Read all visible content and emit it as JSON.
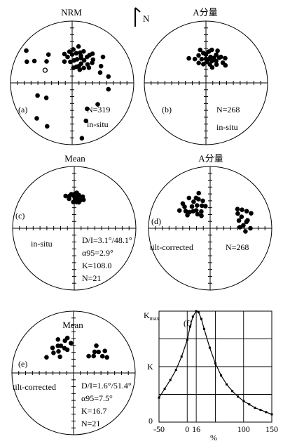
{
  "north_arrow": {
    "label": "N"
  },
  "chart_data": [
    {
      "panel": "a",
      "type": "scatter",
      "projection": "equal-area-stereonet",
      "title": "NRM",
      "panel_label": "(a)",
      "stats": [
        "N=319",
        "in-situ"
      ],
      "points_lower": [
        [
          20,
          55
        ],
        [
          30,
          50
        ],
        [
          5,
          60
        ],
        [
          350,
          55
        ],
        [
          15,
          48
        ],
        [
          40,
          58
        ],
        [
          35,
          42
        ],
        [
          10,
          40
        ],
        [
          25,
          62
        ],
        [
          45,
          52
        ],
        [
          355,
          48
        ],
        [
          60,
          45
        ],
        [
          50,
          35
        ],
        [
          340,
          60
        ],
        [
          70,
          50
        ],
        [
          5,
          70
        ],
        [
          15,
          68
        ],
        [
          30,
          70
        ],
        [
          0,
          52
        ],
        [
          20,
          45
        ],
        [
          12,
          58
        ],
        [
          38,
          65
        ],
        [
          28,
          56
        ],
        [
          8,
          50
        ],
        [
          355,
          62
        ],
        [
          48,
          60
        ],
        [
          18,
          52
        ],
        [
          32,
          46
        ],
        [
          42,
          48
        ],
        [
          22,
          66
        ],
        [
          2,
          45
        ],
        [
          345,
          50
        ],
        [
          300,
          30
        ],
        [
          310,
          45
        ],
        [
          320,
          40
        ],
        [
          295,
          20
        ],
        [
          305,
          10
        ],
        [
          240,
          50
        ],
        [
          250,
          40
        ],
        [
          210,
          20
        ],
        [
          225,
          20
        ],
        [
          80,
          40
        ],
        [
          150,
          50
        ],
        [
          160,
          35
        ],
        [
          170,
          10
        ],
        [
          130,
          45
        ],
        [
          100,
          40
        ]
      ],
      "points_upper": [
        [
          295,
          50
        ]
      ]
    },
    {
      "panel": "b",
      "type": "scatter",
      "projection": "equal-area-stereonet",
      "title": "A分量",
      "panel_label": "(b)",
      "stats": [
        "N=268",
        "in-situ"
      ],
      "points_lower": [
        [
          10,
          55
        ],
        [
          0,
          52
        ],
        [
          20,
          50
        ],
        [
          350,
          58
        ],
        [
          15,
          60
        ],
        [
          25,
          58
        ],
        [
          30,
          50
        ],
        [
          5,
          48
        ],
        [
          355,
          50
        ],
        [
          40,
          55
        ],
        [
          345,
          52
        ],
        [
          335,
          55
        ],
        [
          12,
          65
        ],
        [
          20,
          44
        ],
        [
          30,
          62
        ],
        [
          8,
          58
        ],
        [
          2,
          62
        ],
        [
          18,
          55
        ],
        [
          28,
          52
        ],
        [
          38,
          48
        ],
        [
          352,
          65
        ],
        [
          340,
          62
        ],
        [
          325,
          50
        ],
        [
          48,
          55
        ],
        [
          22,
          68
        ],
        [
          350,
          45
        ],
        [
          10,
          45
        ],
        [
          0,
          58
        ]
      ]
    },
    {
      "panel": "c",
      "type": "scatter",
      "projection": "equal-area-stereonet",
      "title": "Mean",
      "panel_label": "(c)",
      "stats": [
        "D/I=3.1°/48.1°",
        "α95=2.9°",
        "K=108.0",
        "N=21"
      ],
      "condition": "in-situ",
      "points_lower": [
        [
          5,
          50
        ],
        [
          0,
          47
        ],
        [
          10,
          48
        ],
        [
          355,
          44
        ],
        [
          2,
          52
        ],
        [
          8,
          45
        ],
        [
          350,
          50
        ],
        [
          12,
          52
        ],
        [
          4,
          42
        ],
        [
          358,
          55
        ],
        [
          6,
          47
        ],
        [
          15,
          46
        ],
        [
          1,
          49
        ],
        [
          352,
          46
        ],
        [
          10,
          55
        ],
        [
          3,
          45
        ],
        [
          7,
          51
        ],
        [
          345,
          45
        ],
        [
          18,
          50
        ],
        [
          0,
          44
        ],
        [
          5,
          55
        ]
      ]
    },
    {
      "panel": "d",
      "type": "scatter",
      "projection": "equal-area-stereonet",
      "title": "A分量",
      "panel_label": "(d)",
      "stats": [
        "N=268"
      ],
      "condition": "tilt-corrected",
      "points_lower": [
        [
          330,
          55
        ],
        [
          320,
          52
        ],
        [
          310,
          45
        ],
        [
          335,
          45
        ],
        [
          340,
          58
        ],
        [
          315,
          58
        ],
        [
          305,
          50
        ],
        [
          325,
          40
        ],
        [
          345,
          52
        ],
        [
          318,
          65
        ],
        [
          332,
          65
        ],
        [
          300,
          42
        ],
        [
          338,
          48
        ],
        [
          312,
          40
        ],
        [
          322,
          60
        ],
        [
          328,
          48
        ],
        [
          308,
          55
        ],
        [
          342,
          40
        ],
        [
          325,
          70
        ],
        [
          348,
          60
        ],
        [
          300,
          55
        ],
        [
          60,
          40
        ],
        [
          70,
          45
        ],
        [
          80,
          40
        ],
        [
          65,
          35
        ],
        [
          75,
          50
        ],
        [
          85,
          45
        ],
        [
          55,
          45
        ],
        [
          90,
          35
        ],
        [
          70,
          30
        ],
        [
          62,
          48
        ],
        [
          78,
          38
        ],
        [
          88,
          50
        ],
        [
          95,
          42
        ]
      ]
    },
    {
      "panel": "e",
      "type": "scatter",
      "projection": "equal-area-stereonet",
      "title": "Mean",
      "panel_label": "(e)",
      "stats": [
        "D/I=1.6°/51.4°",
        "α95=7.5°",
        "K=16.7",
        "N=21"
      ],
      "condition": "tilt-corrected",
      "points_lower": [
        [
          330,
          48
        ],
        [
          345,
          45
        ],
        [
          355,
          50
        ],
        [
          340,
          55
        ],
        [
          320,
          46
        ],
        [
          335,
          40
        ],
        [
          350,
          42
        ],
        [
          325,
          55
        ],
        [
          315,
          52
        ],
        [
          345,
          58
        ],
        [
          335,
          50
        ],
        [
          320,
          62
        ],
        [
          300,
          48
        ],
        [
          40,
          42
        ],
        [
          50,
          46
        ],
        [
          55,
          38
        ],
        [
          60,
          45
        ],
        [
          45,
          50
        ],
        [
          65,
          40
        ],
        [
          50,
          55
        ],
        [
          42,
          60
        ]
      ]
    },
    {
      "panel": "f",
      "type": "line",
      "panel_label": "(f)",
      "xlabel": "%",
      "ylabel": "K",
      "ytick_labels": {
        "max": "K",
        "max_sub": "max",
        "zero": "0"
      },
      "xlim": [
        -50,
        150
      ],
      "ylim": [
        0,
        1
      ],
      "xticks": [
        -50,
        0,
        16,
        100,
        150
      ],
      "x": [
        -50,
        -40,
        -30,
        -20,
        -10,
        0,
        5,
        10,
        16,
        20,
        25,
        30,
        40,
        50,
        60,
        70,
        80,
        90,
        100,
        110,
        120,
        130,
        140,
        150
      ],
      "y": [
        0.22,
        0.3,
        0.38,
        0.47,
        0.59,
        0.74,
        0.86,
        0.95,
        1.0,
        0.99,
        0.93,
        0.84,
        0.67,
        0.53,
        0.42,
        0.34,
        0.28,
        0.23,
        0.19,
        0.16,
        0.13,
        0.11,
        0.09,
        0.07
      ]
    }
  ]
}
